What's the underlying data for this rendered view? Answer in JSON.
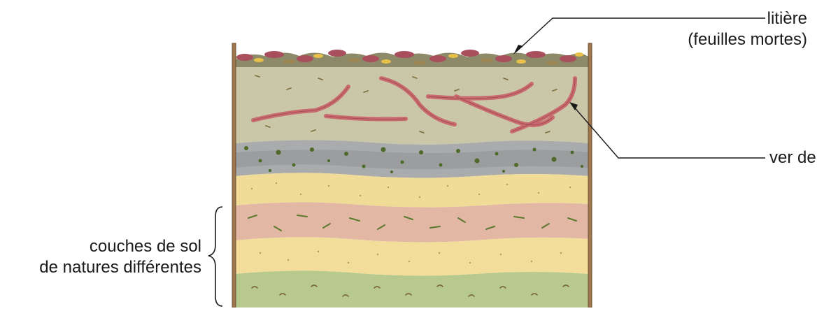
{
  "labels": {
    "litter_line1": "litière",
    "litter_line2": "(feuilles mortes)",
    "earthworm": "ver de terre",
    "layers_line1": "couches de sol",
    "layers_line2": "de natures différentes"
  },
  "soil_layers": [
    {
      "name": "topsoil-with-worms",
      "color": "#c9c7a8"
    },
    {
      "name": "grey-layer",
      "color": "#a9abac"
    },
    {
      "name": "yellow-sand-layer",
      "color": "#f1dc97"
    },
    {
      "name": "pink-layer",
      "color": "#e2b7a4"
    },
    {
      "name": "yellow-layer-2",
      "color": "#f2de9a"
    },
    {
      "name": "green-layer",
      "color": "#b7c98d"
    }
  ],
  "colors": {
    "container_wall": "#a07850",
    "worm": "#c96a6e",
    "litter": "#a84e5c"
  }
}
